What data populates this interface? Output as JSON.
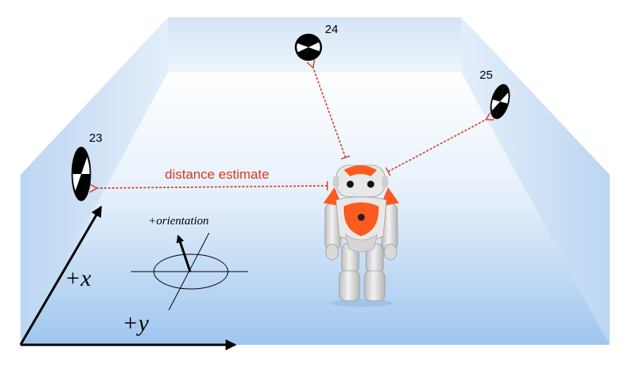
{
  "markers": [
    {
      "id": "23"
    },
    {
      "id": "24"
    },
    {
      "id": "25"
    }
  ],
  "labels": {
    "distance_estimate": "distance estimate",
    "orientation": "+orientation",
    "axis_x": "+x",
    "axis_y": "+y"
  },
  "colors": {
    "floor_light": "#e8f1fb",
    "floor_dark": "#9cc4ee",
    "wall": "#c9def4",
    "distance_arrow": "#d43a20",
    "robot_orange": "#ff5a1f",
    "robot_body": "#e6e6e6",
    "axis": "#000000"
  }
}
